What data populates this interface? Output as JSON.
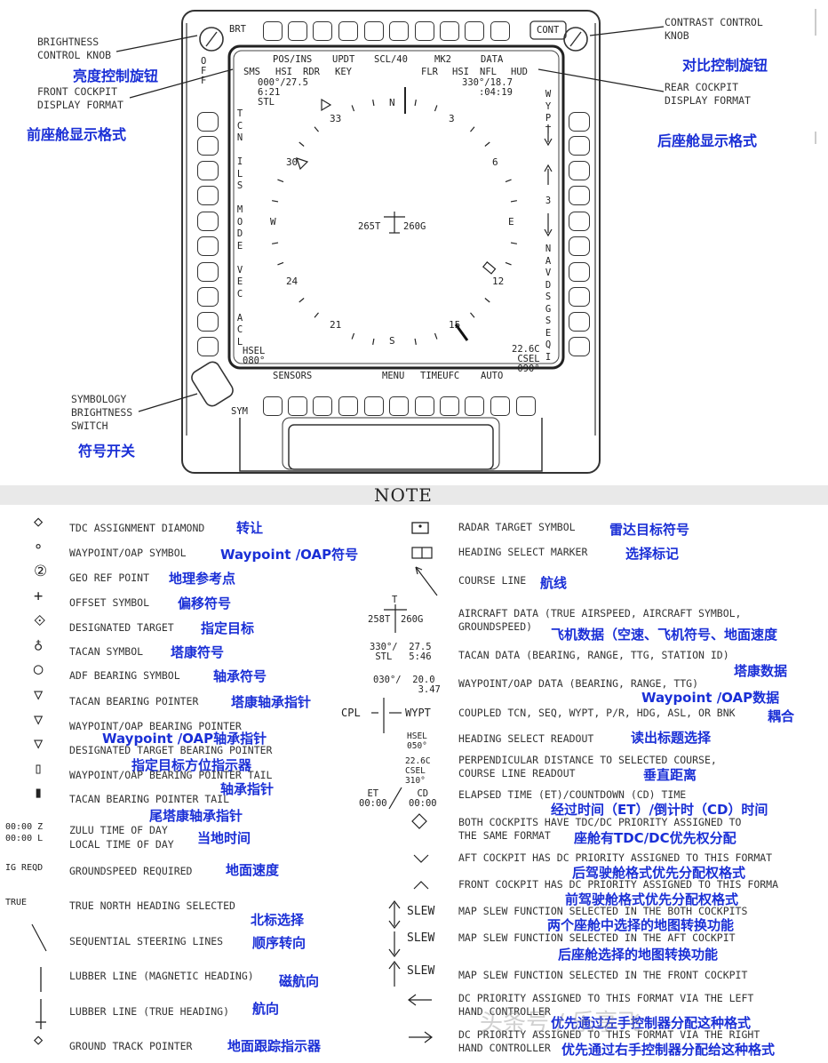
{
  "callouts": {
    "brightness_knob": "BRIGHTNESS\nCONTROL KNOB",
    "brightness_knob_cn": "亮度控制旋钮",
    "front_format": "FRONT COCKPIT\nDISPLAY FORMAT",
    "front_format_cn": "前座舱显示格式",
    "contrast_knob": "CONTRAST CONTROL\nKNOB",
    "contrast_knob_cn": "对比控制旋钮",
    "rear_format": "REAR COCKPIT\nDISPLAY FORMAT",
    "rear_format_cn": "后座舱显示格式",
    "symbology_switch": "SYMBOLOGY\nBRIGHTNESS\nSWITCH",
    "symbology_switch_cn": "符号开关"
  },
  "bezel": {
    "brt": "BRT",
    "cont": "CONT",
    "off": "O\nF\nF",
    "sym": "SYM"
  },
  "screen": {
    "top_labels": [
      "POS/INS",
      "UPDT",
      "SCL/40",
      "MK2",
      "DATA"
    ],
    "left_top": "SMS",
    "row2_left": [
      "HSI",
      "RDR",
      "KEY"
    ],
    "row2_right": [
      "FLR",
      "HSI",
      "NFL",
      "HUD"
    ],
    "wypt_data": "000°/27.5\n6:21\nSTL",
    "tacan_data": "330°/18.7\n:04:19",
    "left_vertical": "T\nC\nN\n\nI\nL\nS\n\nM\nO\nD\nE\n\nV\nE\nC\n\nA\nC\nL",
    "right_vertical_top": "W\nY\nP\nT",
    "right_vertical_mid": "3",
    "right_vertical_bottom": "N\nA\nV\nD\nS\nG\nS\nE\nQ\nI",
    "compass": [
      "N",
      "3",
      "6",
      "E",
      "12",
      "15",
      "S",
      "21",
      "24",
      "W",
      "30",
      "33"
    ],
    "aircraft_left": "265T",
    "aircraft_right": "260G",
    "hsel": "HSEL\n080°",
    "csel": "22.6C\nCSEL\n090°",
    "bottom_labels": [
      "SENSORS",
      "MENU",
      "TIMEUFC",
      "AUTO"
    ]
  },
  "note_title": "NOTE",
  "legend_left": [
    {
      "sym": "◇",
      "en": "TDC ASSIGNMENT DIAMOND",
      "cn": "转让"
    },
    {
      "sym": "∘",
      "en": "WAYPOINT/OAP SYMBOL",
      "cn": "Waypoint /OAP符号"
    },
    {
      "sym": "②",
      "en": "GEO REF POINT",
      "cn": "地理参考点"
    },
    {
      "sym": "+",
      "en": "OFFSET SYMBOL",
      "cn": "偏移符号"
    },
    {
      "sym": "⟐",
      "en": "DESIGNATED TARGET",
      "cn": "指定目标"
    },
    {
      "sym": "♁",
      "en": "TACAN SYMBOL",
      "cn": "塔康符号"
    },
    {
      "sym": "◯",
      "en": "ADF BEARING SYMBOL",
      "cn": "轴承符号"
    },
    {
      "sym": "▽",
      "en": "TACAN BEARING POINTER",
      "cn": "塔康轴承指针"
    },
    {
      "sym": "▽",
      "en": "WAYPOINT/OAP BEARING POINTER",
      "cn": "Waypoint /OAP轴承指针"
    },
    {
      "sym": "▽",
      "en": "DESIGNATED TARGET BEARING POINTER",
      "cn": "指定目标方位指示器"
    },
    {
      "sym": "▯",
      "en": "WAYPOINT/OAP BEARING POINTER TAIL",
      "cn": "轴承指针"
    },
    {
      "sym": "▮",
      "en": "TACAN BEARING POINTER TAIL",
      "cn": "尾塔康轴承指针"
    },
    {
      "sym": "00:00 Z\n00:00 L",
      "en": "ZULU TIME OF DAY\nLOCAL TIME OF DAY",
      "cn": "当地时间"
    },
    {
      "sym": "IG REQD",
      "en": "GROUNDSPEED REQUIRED",
      "cn": "地面速度"
    },
    {
      "sym": "TRUE",
      "en": "TRUE NORTH HEADING SELECTED",
      "cn": "北标选择"
    },
    {
      "sym": "",
      "en": "SEQUENTIAL STEERING LINES",
      "cn": "顺序转向"
    },
    {
      "sym": "",
      "en": "LUBBER LINE (MAGNETIC HEADING)",
      "cn": "磁航向"
    },
    {
      "sym": "",
      "en": "LUBBER LINE (TRUE HEADING)",
      "cn": "航向"
    },
    {
      "sym": "◇",
      "en": "GROUND TRACK POINTER",
      "cn": "地面跟踪指示器"
    }
  ],
  "legend_right": [
    {
      "en": "RADAR TARGET SYMBOL",
      "cn": "雷达目标符号"
    },
    {
      "en": "HEADING SELECT MARKER",
      "cn": "选择标记"
    },
    {
      "en": "COURSE LINE",
      "cn": "航线"
    },
    {
      "en": "AIRCRAFT DATA (TRUE AIRSPEED, AIRCRAFT SYMBOL,\nGROUNDSPEED)",
      "cn": "飞机数据（空速、飞机符号、地面速度"
    },
    {
      "en": "TACAN DATA (BEARING, RANGE, TTG, STATION ID)",
      "cn": "塔康数据"
    },
    {
      "en": "WAYPOINT/OAP DATA (BEARING, RANGE, TTG)",
      "cn": "Waypoint /OAP数据"
    },
    {
      "en": "COUPLED TCN, SEQ, WYPT, P/R, HDG, ASL, OR BNK",
      "cn": "耦合"
    },
    {
      "en": "HEADING SELECT READOUT",
      "cn": "读出标题选择"
    },
    {
      "en": "PERPENDICULAR DISTANCE TO SELECTED COURSE,\nCOURSE LINE READOUT",
      "cn": "垂直距离"
    },
    {
      "en": "ELAPSED TIME (ET)/COUNTDOWN (CD) TIME",
      "cn": "经过时间（ET）/倒计时（CD）时间"
    },
    {
      "en": "BOTH COCKPITS HAVE TDC/DC PRIORITY ASSIGNED TO\nTHE SAME FORMAT",
      "cn": "座舱有TDC/DC优先权分配"
    },
    {
      "en": "AFT COCKPIT HAS DC PRIORITY ASSIGNED TO THIS FORMAT",
      "cn": "后驾驶舱格式优先分配权格式"
    },
    {
      "en": "FRONT COCKPIT HAS DC PRIORITY ASSIGNED TO THIS FORMA",
      "cn": "前驾驶舱格式优先分配权格式"
    },
    {
      "en": "MAP SLEW FUNCTION SELECTED IN THE BOTH COCKPITS",
      "cn": "两个座舱中选择的地图转换功能"
    },
    {
      "en": "MAP SLEW FUNCTION SELECTED IN THE AFT COCKPIT",
      "cn": "后座舱选择的地图转换功能"
    },
    {
      "en": "MAP SLEW FUNCTION SELECTED IN THE FRONT COCKPIT",
      "cn": ""
    },
    {
      "en": "DC PRIORITY ASSIGNED TO THIS FORMAT VIA THE LEFT\nHAND CONTROLLER",
      "cn": "优先通过左手控制器分配这种格式"
    },
    {
      "en": "DC PRIORITY ASSIGNED TO THIS FORMAT VIA THE RIGHT\nHAND CONTROLLER",
      "cn": "优先通过右手控制器分配给这种格式"
    }
  ],
  "legend_right_symbols": {
    "aircraft_left": "258T",
    "aircraft_right": "260G",
    "aircraft_top": "T",
    "tacan": "330°/  27.5\n STL   5:46",
    "wypt": "030°/  20.0\n        3.47",
    "cpl": "CPL",
    "wypt_lbl": "WYPT",
    "hsel": "HSEL\n050°",
    "csel": "22.6C\nCSEL\n310°",
    "et": "ET\n00:00",
    "cd": "CD\n00:00",
    "slew": "SLEW"
  },
  "watermark": "头条号 / 乐享飞"
}
